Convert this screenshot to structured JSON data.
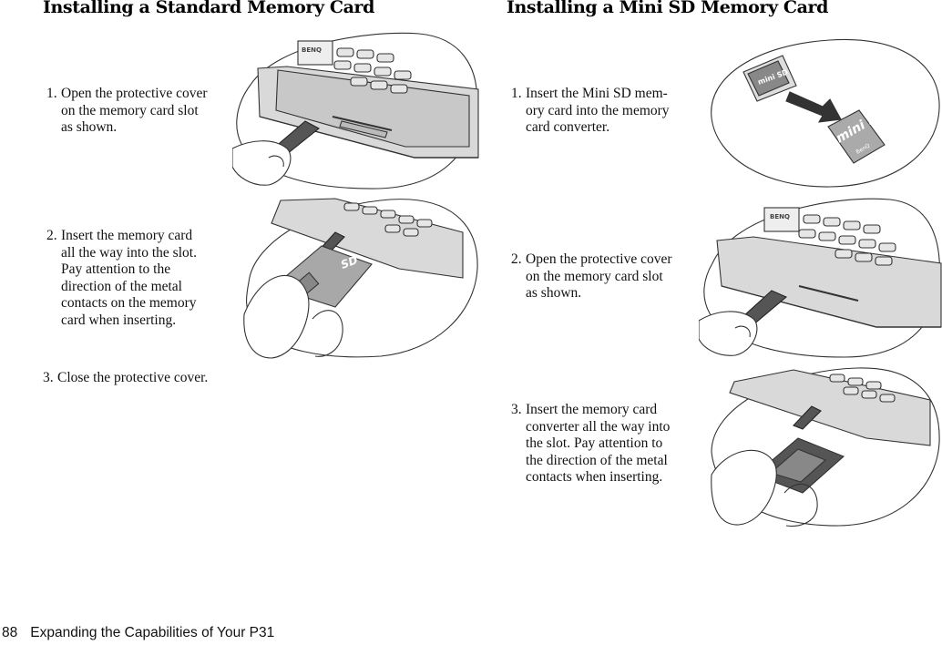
{
  "left": {
    "heading": "Installing a Standard Memory Card",
    "steps": [
      {
        "num": "1.",
        "text": "Open the protective cover\non the memory card slot\nas shown."
      },
      {
        "num": "2.",
        "text": "Insert the memory card\nall the way into the slot.\nPay attention to the\ndirection of the metal\ncontacts on the memory\ncard when inserting."
      },
      {
        "num": "3.",
        "text": "Close the protective cover."
      }
    ]
  },
  "right": {
    "heading": "Installing a Mini SD Memory Card",
    "steps": [
      {
        "num": "1.",
        "text": "Insert the Mini SD mem-\nory card into the memory\ncard converter."
      },
      {
        "num": "2.",
        "text": "Open the protective cover\non the memory card slot\nas shown."
      },
      {
        "num": "3.",
        "text": "Insert the memory card\nconverter all the way into\nthe slot. Pay attention to\nthe direction of the metal\ncontacts when inserting."
      }
    ]
  },
  "footer": {
    "page_number": "88",
    "title": "Expanding the Capabilities of Your P31"
  },
  "illustration_text": {
    "phone_brand": "BENQ",
    "sd_mark": "SD",
    "minisd_mark": "mini SD",
    "card_brand": "BenQ"
  },
  "colors": {
    "line": "#333333",
    "phone_body": "#d9d9d9",
    "keys": "#e6e6e6",
    "card": "#9a9a9a"
  }
}
